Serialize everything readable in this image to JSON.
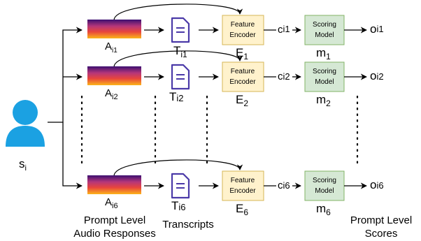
{
  "speaker": {
    "label": "s",
    "sub": "i",
    "icon": "person-icon",
    "color": "#1ba1e2"
  },
  "rows": [
    {
      "audio": {
        "label": "A",
        "sub": "i1",
        "icon": "spectrogram-icon"
      },
      "transcript": {
        "label": "T",
        "sub": "i1",
        "icon": "document-icon"
      },
      "encoder": {
        "line1": "Feature",
        "line2": "Encoder",
        "label": "E",
        "sub": "1"
      },
      "feature": {
        "label": "c",
        "sub": "i1"
      },
      "model": {
        "line1": "Scoring",
        "line2": "Model",
        "label": "m",
        "sub": "1"
      },
      "output": {
        "label": "o",
        "sub": "i1"
      }
    },
    {
      "audio": {
        "label": "A",
        "sub": "i2",
        "icon": "spectrogram-icon"
      },
      "transcript": {
        "label": "T",
        "sub": "i2",
        "icon": "document-icon"
      },
      "encoder": {
        "line1": "Feature",
        "line2": "Encoder",
        "label": "E",
        "sub": "2"
      },
      "feature": {
        "label": "c",
        "sub": "i2"
      },
      "model": {
        "line1": "Scoring",
        "line2": "Model",
        "label": "m",
        "sub": "2"
      },
      "output": {
        "label": "o",
        "sub": "i2"
      }
    },
    {
      "audio": {
        "label": "A",
        "sub": "i6",
        "icon": "spectrogram-icon"
      },
      "transcript": {
        "label": "T",
        "sub": "i6",
        "icon": "document-icon"
      },
      "encoder": {
        "line1": "Feature",
        "line2": "Encoder",
        "label": "E",
        "sub": "6"
      },
      "feature": {
        "label": "c",
        "sub": "i6"
      },
      "model": {
        "line1": "Scoring",
        "line2": "Model",
        "label": "m",
        "sub": "6"
      },
      "output": {
        "label": "o",
        "sub": "i6"
      }
    }
  ],
  "captions": {
    "audio_line1": "Prompt Level",
    "audio_line2": "Audio Responses",
    "transcripts": "Transcripts",
    "scores_line1": "Prompt Level",
    "scores_line2": "Scores"
  },
  "colors": {
    "encoder_fill": "#fff2cc",
    "encoder_stroke": "#d6b656",
    "model_fill": "#d5e8d4",
    "model_stroke": "#82b366",
    "doc_stroke": "#4b3aa8"
  }
}
